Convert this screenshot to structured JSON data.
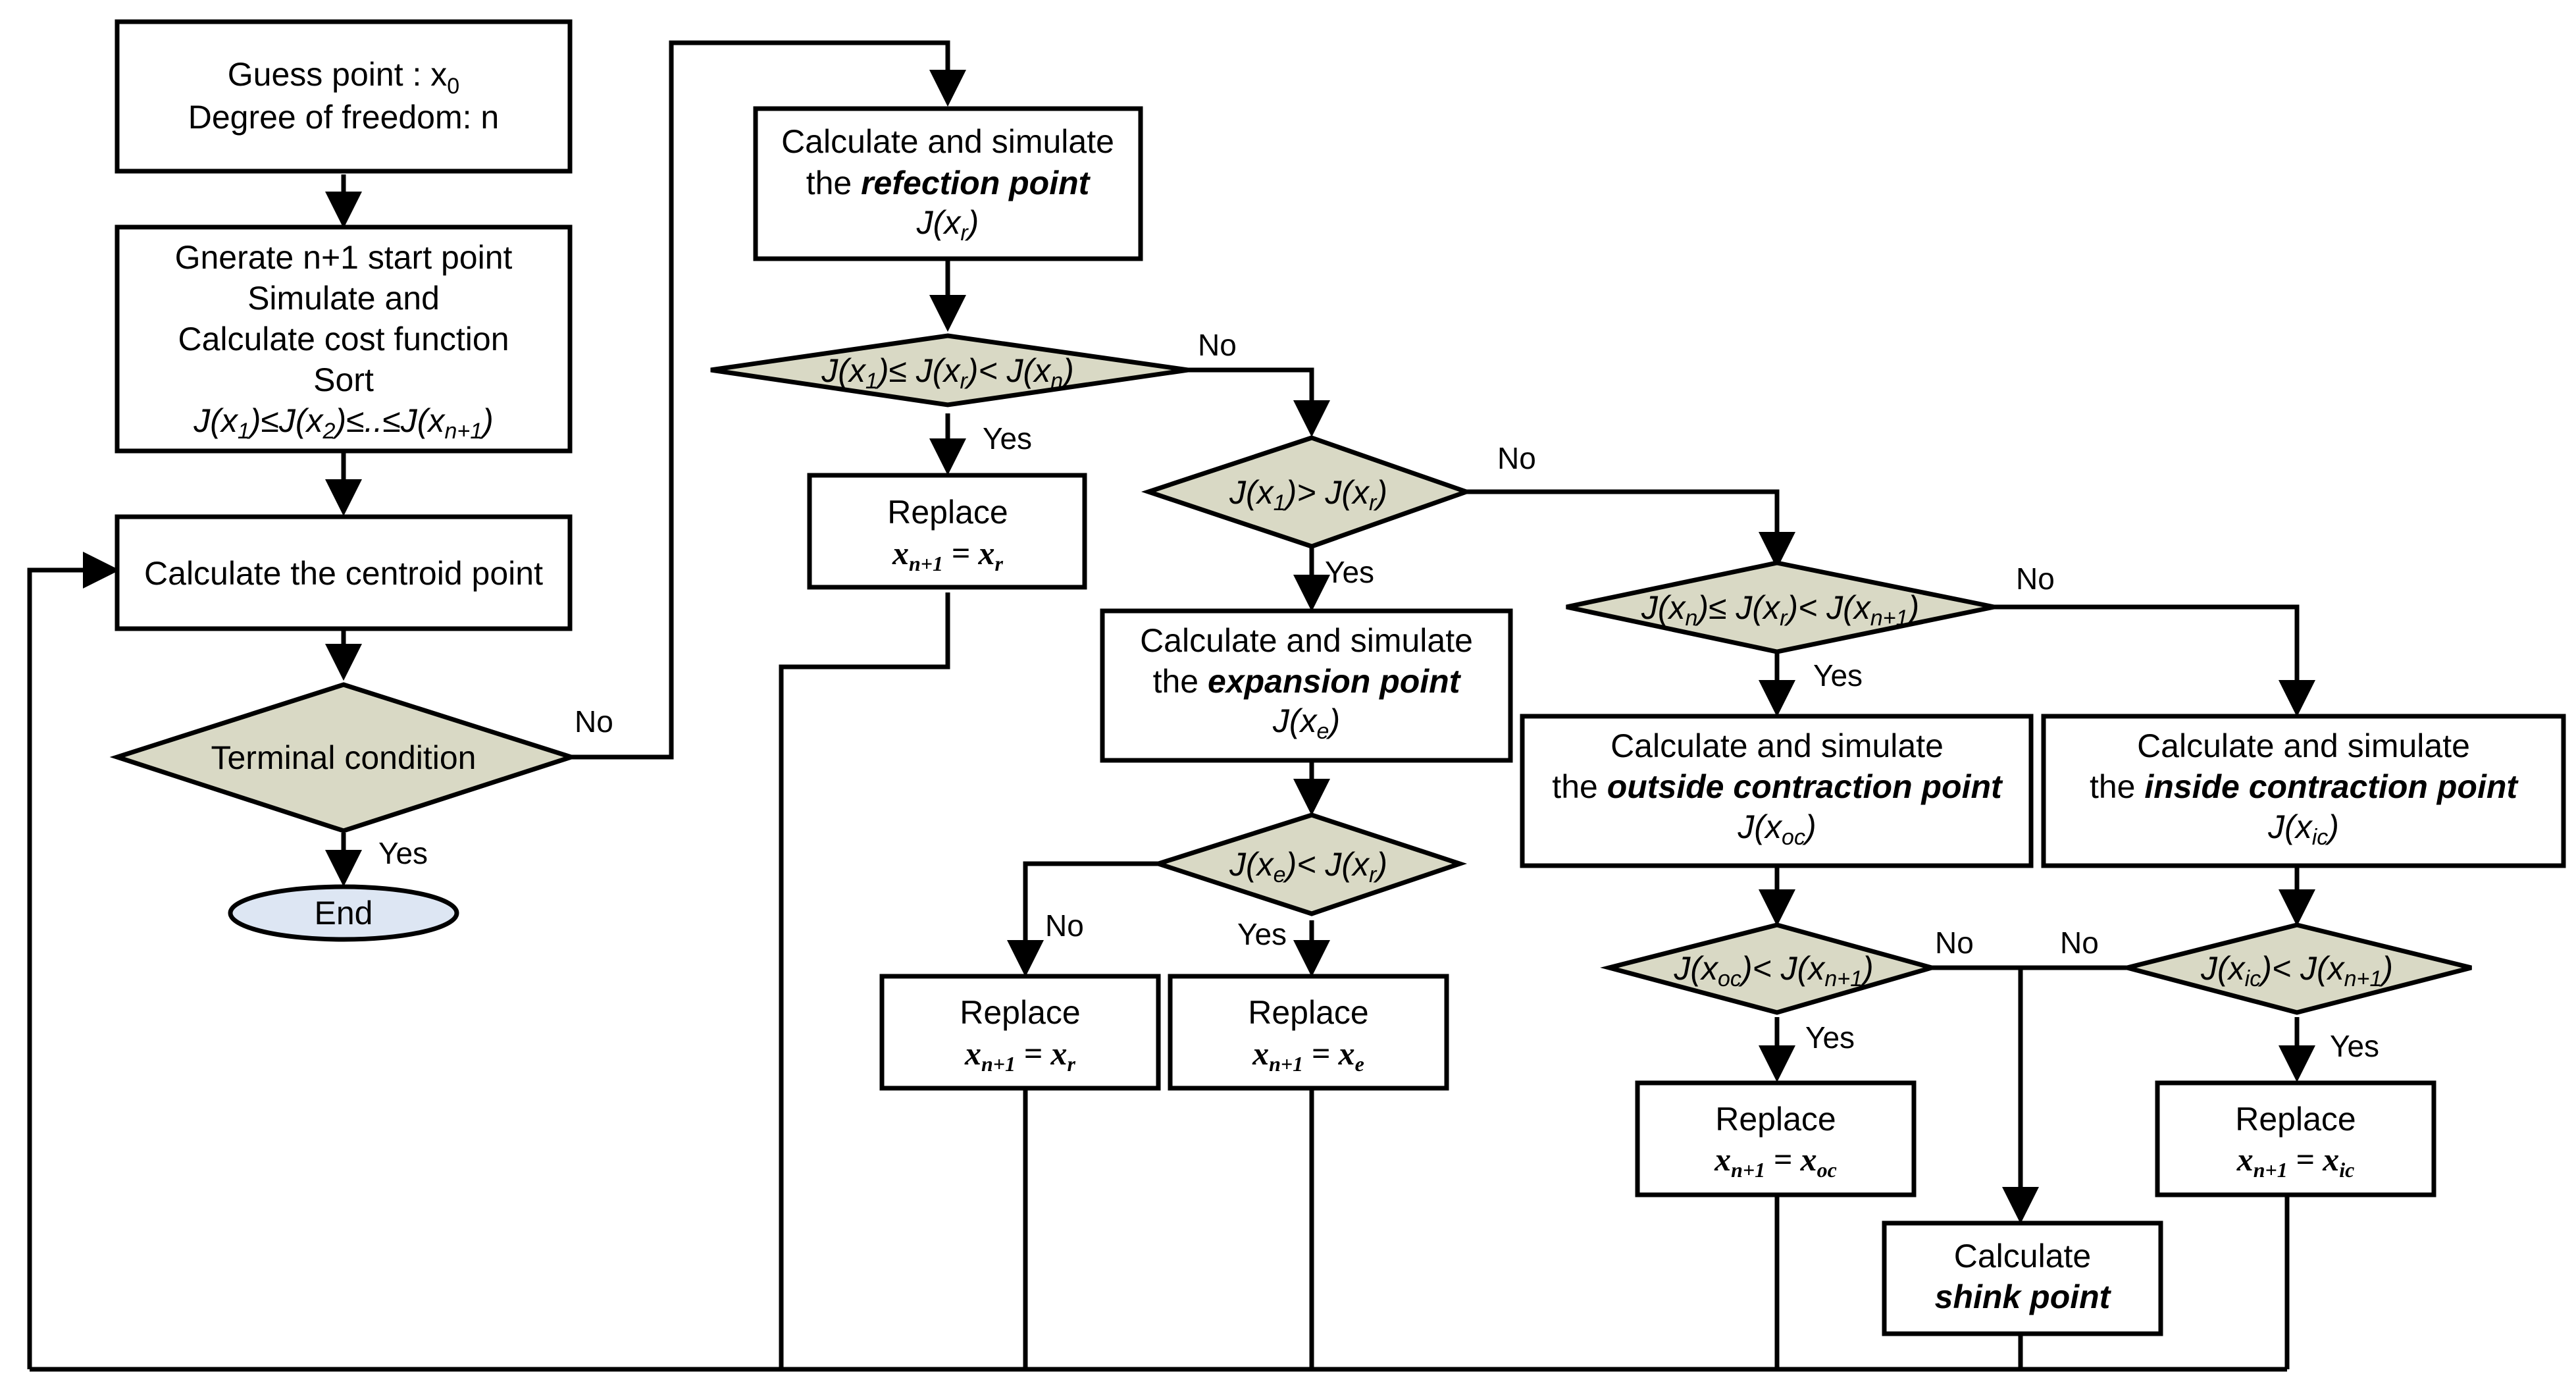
{
  "nodes": {
    "start": {
      "line1": "Guess point : x",
      "line1_sub": "0",
      "line2": "Degree of freedom: n"
    },
    "init": {
      "line1": "Gnerate n+1 start point",
      "line2": "Simulate and",
      "line3": "Calculate cost function",
      "line4": "Sort",
      "sort_expr": [
        "J(x",
        "1",
        ")≤J(x",
        "2",
        ")≤..≤J(x",
        "n+1",
        ")"
      ]
    },
    "centroid": {
      "label": "Calculate the centroid point"
    },
    "terminal": {
      "label": "Terminal condition"
    },
    "end": {
      "label": "End"
    },
    "reflection": {
      "line1": "Calculate and simulate",
      "line2_prefix": "the ",
      "line2_em": "refection point",
      "line3": [
        "J(x",
        "r",
        ")"
      ]
    },
    "cond_reflect": {
      "expr": [
        "J(x",
        "1",
        ")≤ J(x",
        "r",
        ")< J(x",
        "n",
        ")"
      ]
    },
    "replace_r": {
      "title": "Replace",
      "formula": [
        "x",
        "n+1",
        " = x",
        "r"
      ]
    },
    "cond_expand": {
      "expr": [
        "J(x",
        "1",
        ")> J(x",
        "r",
        ")"
      ]
    },
    "expansion": {
      "line1": "Calculate and simulate",
      "line2_prefix": "the ",
      "line2_em": "expansion point",
      "line3": [
        "J(x",
        "e",
        ")"
      ]
    },
    "cond_e": {
      "expr": [
        "J(x",
        "e",
        ")< J(x",
        "r",
        ")"
      ]
    },
    "replace_r2": {
      "title": "Replace",
      "formula": [
        "x",
        "n+1",
        " = x",
        "r"
      ]
    },
    "replace_e": {
      "title": "Replace",
      "formula": [
        "x",
        "n+1",
        " = x",
        "e"
      ]
    },
    "cond_contract": {
      "expr": [
        "J(x",
        "n",
        ")≤ J(x",
        "r",
        ")< J(x",
        "n+1",
        ")"
      ]
    },
    "outside": {
      "line1": "Calculate and simulate",
      "line2_prefix": "the ",
      "line2_em": "outside contraction point",
      "line3": [
        "J(x",
        "oc",
        ")"
      ]
    },
    "inside": {
      "line1": "Calculate and simulate",
      "line2_prefix": "the ",
      "line2_em": "inside contraction point",
      "line3": [
        "J(x",
        "ic",
        ")"
      ]
    },
    "cond_oc": {
      "expr": [
        "J(x",
        "oc",
        ")< J(x",
        "n+1",
        ")"
      ]
    },
    "cond_ic": {
      "expr": [
        "J(x",
        "ic",
        ")< J(x",
        "n+1",
        ")"
      ]
    },
    "replace_oc": {
      "title": "Replace",
      "formula": [
        "x",
        "n+1",
        " = x",
        "oc"
      ]
    },
    "replace_ic": {
      "title": "Replace",
      "formula": [
        "x",
        "n+1",
        " = x",
        "ic"
      ]
    },
    "shrink": {
      "line1": "Calculate",
      "line2": "shink point"
    }
  },
  "edge_labels": {
    "terminal_no": "No",
    "terminal_yes": "Yes",
    "reflect_no": "No",
    "reflect_yes": "Yes",
    "expand_no": "No",
    "expand_yes": "Yes",
    "contract_no": "No",
    "contract_yes": "Yes",
    "e_no": "No",
    "e_yes": "Yes",
    "oc_no": "No",
    "oc_yes": "Yes",
    "ic_no": "No",
    "ic_yes": "Yes"
  },
  "colors": {
    "decision_fill": "#d9d9c5",
    "terminator_fill": "#dde6f3",
    "line": "#000000"
  }
}
